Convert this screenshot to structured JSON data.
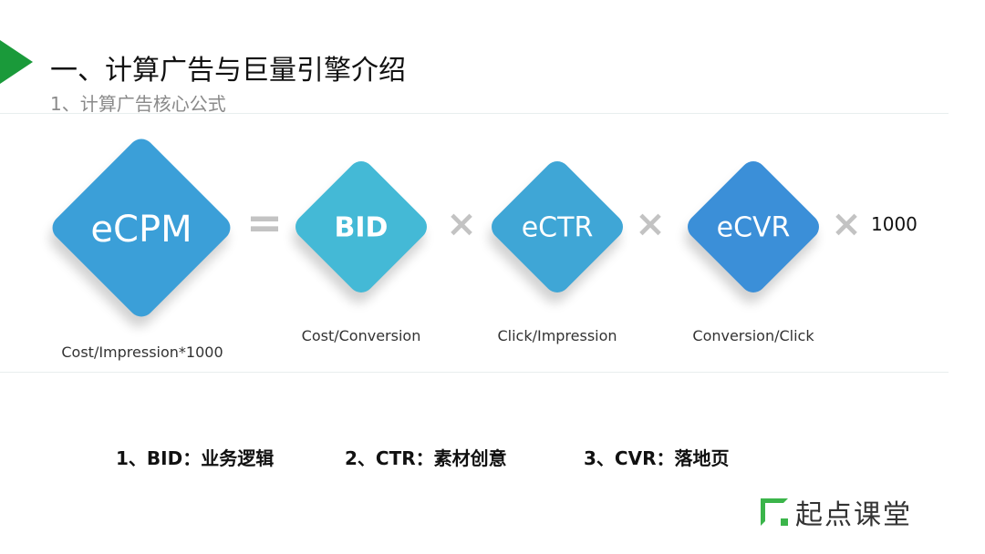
{
  "header": {
    "title": "一、计算广告与巨量引擎介绍",
    "subtitle": "1、计算广告核心公式"
  },
  "formula": {
    "ecpm": {
      "label": "eCPM",
      "caption": "Cost/Impression*1000",
      "color": "#3b9fd8"
    },
    "equals": "=",
    "bid": {
      "label": "BID",
      "caption": "Cost/Conversion",
      "color": "#44b9d6"
    },
    "ectr": {
      "label": "eCTR",
      "caption": "Click/Impression",
      "color": "#3fa6d6"
    },
    "ecvr": {
      "label": "eCVR",
      "caption": "Conversion/Click",
      "color": "#3b8fd8"
    },
    "times": "×",
    "multiplier": "1000"
  },
  "keys": [
    "1、BID：业务逻辑",
    "2、CTR：素材创意",
    "3、CVR：落地页"
  ],
  "logo": {
    "text": "起点课堂",
    "color": "#3bb54a"
  }
}
